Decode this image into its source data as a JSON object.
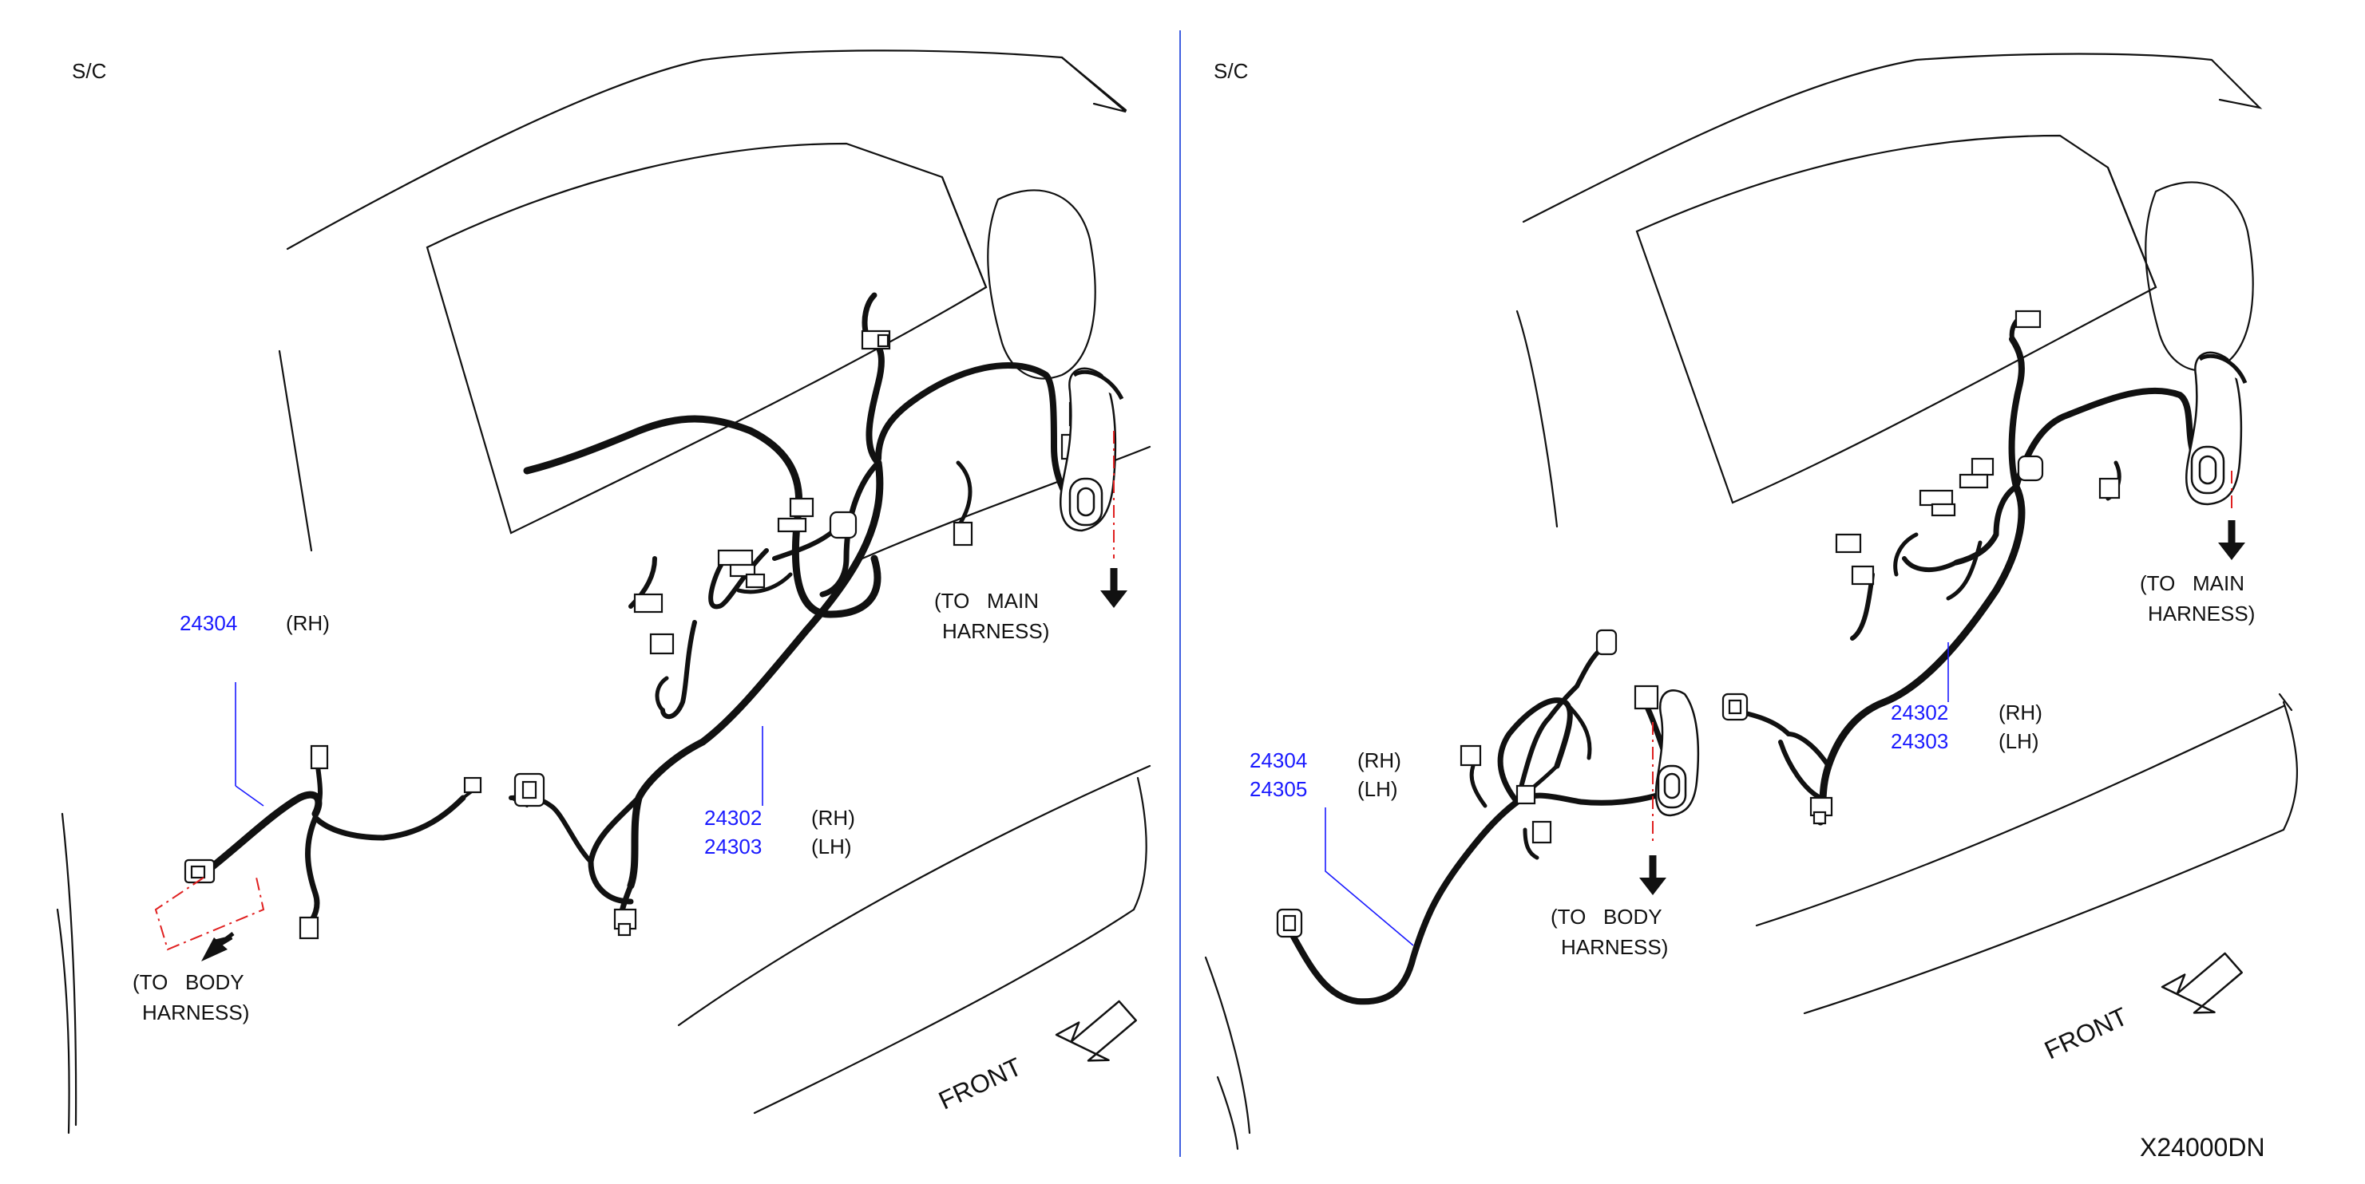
{
  "diagram_code": "X24000DN",
  "colors": {
    "part_number": "#1a1aff",
    "leader_line": "#1a1aff",
    "connection_dash": "#e02020",
    "divider": "#4060e0",
    "harness": "#111111"
  },
  "left_panel": {
    "corner_label": "S/C",
    "callouts": [
      {
        "part": "24304",
        "side": "(RH)"
      },
      {
        "part": "24302",
        "side": "(RH)"
      },
      {
        "part": "24303",
        "side": "(LH)"
      }
    ],
    "notes": {
      "body_line1": "(TO   BODY",
      "body_line2": "HARNESS)",
      "main_line1": "(TO   MAIN",
      "main_line2": "HARNESS)"
    },
    "front_label": "FRONT"
  },
  "right_panel": {
    "corner_label": "S/C",
    "callouts": [
      {
        "part": "24304",
        "side": "(RH)"
      },
      {
        "part": "24305",
        "side": "(LH)"
      },
      {
        "part": "24302",
        "side": "(RH)"
      },
      {
        "part": "24303",
        "side": "(LH)"
      }
    ],
    "notes": {
      "main_line1": "(TO   MAIN",
      "main_line2": "HARNESS)",
      "body_line1": "(TO   BODY",
      "body_line2": "HARNESS)"
    },
    "front_label": "FRONT"
  }
}
